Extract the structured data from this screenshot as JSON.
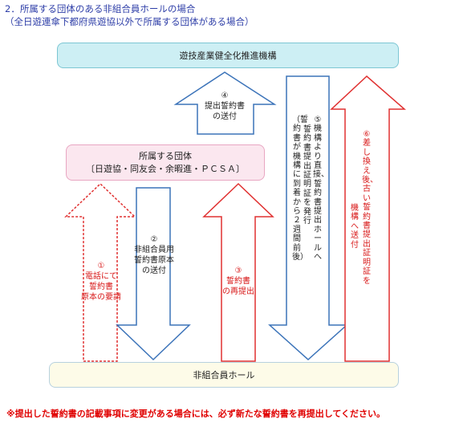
{
  "heading": {
    "line1": "2．所属する団体のある非組合員ホールの場合",
    "line2": "（全日遊連傘下都府県遊協以外で所属する団体がある場合）"
  },
  "boxes": {
    "top": "遊技産業健全化推進機構",
    "middle_line1": "所属する団体",
    "middle_line2": "〔日遊協・同友会・余暇進・ＰＣＳＡ〕",
    "bottom": "非組合員ホール"
  },
  "steps": {
    "s1": {
      "num": "①",
      "l1": "電話にて",
      "l2": "誓約書",
      "l3": "原本の要請"
    },
    "s2": {
      "num": "②",
      "l1": "非組合員用",
      "l2": "誓約書原本",
      "l3": "の送付"
    },
    "s3": {
      "num": "③",
      "l1": "誓約書",
      "l2": "の再提出"
    },
    "s4": {
      "num": "④",
      "l1": "提出誓約書",
      "l2": "の送付"
    },
    "s5": {
      "col1": "⑤機構より直接、誓約書提出ホールへ",
      "col2": "誓約書提出証明証を発行",
      "col3": "（誓約書が機構に到着から２週間前後）"
    },
    "s6": {
      "col1": "⑥差し換え後、古い誓約書提出証明証を",
      "col2": "機構へ送付"
    }
  },
  "footer": "※提出した誓約書の記載事項に変更がある場合には、必ず新たな誓約書を再提出してください。",
  "colors": {
    "blue_stroke": "#3b73b9",
    "red_stroke": "#e03030",
    "red_text": "#d81818"
  }
}
